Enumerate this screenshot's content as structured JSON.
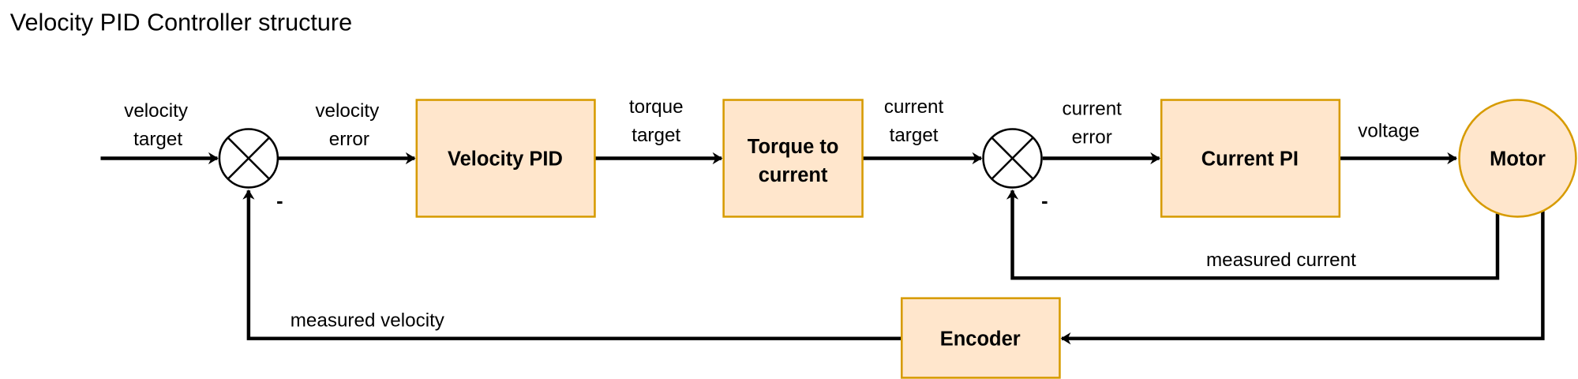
{
  "title": "Velocity PID Controller structure",
  "blocks": {
    "velocity_pid": "Velocity PID",
    "torque_to_current_1": "Torque to",
    "torque_to_current_2": "current",
    "current_pi": "Current PI",
    "motor": "Motor",
    "encoder": "Encoder"
  },
  "signals": {
    "velocity_target_1": "velocity",
    "velocity_target_2": "target",
    "velocity_error_1": "velocity",
    "velocity_error_2": "error",
    "torque_target_1": "torque",
    "torque_target_2": "target",
    "current_target_1": "current",
    "current_target_2": "target",
    "current_error_1": "current",
    "current_error_2": "error",
    "voltage": "voltage",
    "measured_current": "measured current",
    "measured_velocity": "measured velocity",
    "minus_sign": "-"
  },
  "colors": {
    "block_fill": "#ffe6cc",
    "block_stroke": "#d79b00"
  }
}
